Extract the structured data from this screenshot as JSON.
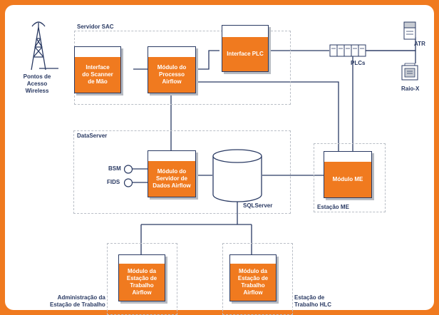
{
  "colors": {
    "accent": "#f07a1f",
    "line": "#2a3a63",
    "shadow": "#b7bbc2",
    "group_border": "#b9bec6"
  },
  "groups": {
    "servidor_sac": "Servidor SAC",
    "dataserver": "DataServer",
    "estacao_me": "Estação ME",
    "admin_estacao": "Administração da\nEstação de Trabalho",
    "estacao_hlc": "Estação de\nTrabalho HLC"
  },
  "modules": {
    "interface_scanner": "Interface\ndo Scanner\nde Mão",
    "modulo_processo": "Módulo do\nProcesso\nAirflow",
    "interface_plc": "Interface PLC",
    "modulo_servidor_dados": "Módulo do\nServidor de\nDados Airflow",
    "modulo_me": "Módulo ME",
    "modulo_estacao_1": "Módulo da\nEstação de\nTrabalho\nAirflow",
    "modulo_estacao_2": "Módulo da\nEstação de\nTrabalho\nAirflow"
  },
  "labels": {
    "pontos_acesso": "Pontos de\nAcesso\nWireless",
    "plcs": "PLCs",
    "atr": "ATR",
    "raio_x": "Raio-X",
    "bsm": "BSM",
    "fids": "FIDS",
    "sqlserver": "SQLServer"
  },
  "icons": {
    "antenna": "antenna-tower-icon",
    "plc": "plc-rack-icon",
    "atr": "atr-tower-icon",
    "raio_x": "xray-scanner-icon",
    "database": "database-cylinder-icon"
  }
}
